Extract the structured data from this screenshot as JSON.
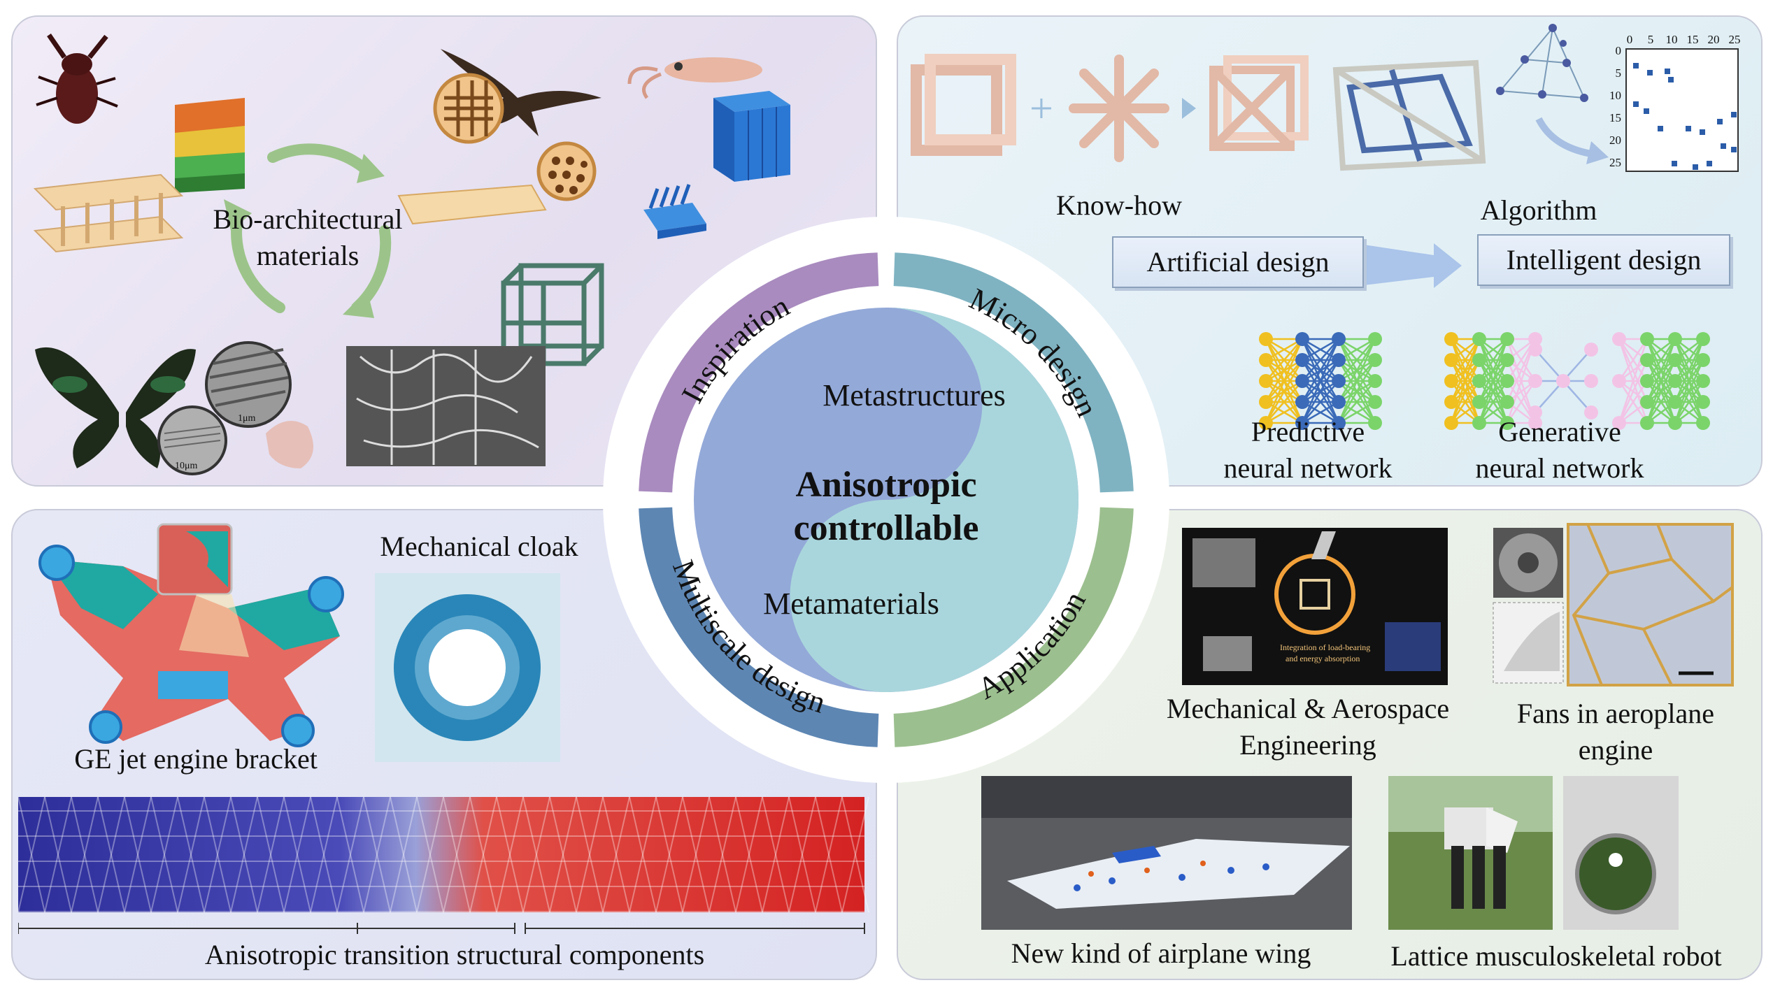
{
  "center": {
    "title_line1": "Anisotropic",
    "title_line2": "controllable",
    "top": "Metastructures",
    "bottom": "Metamaterials"
  },
  "ring": {
    "inspiration": "Inspiration",
    "micro_design": "Micro design",
    "multiscale_design": "Multiscale design",
    "application": "Application",
    "colors": {
      "inspiration": "#a98bbf",
      "micro_design": "#7fb3c2",
      "multiscale_design": "#5d86b3",
      "application": "#9cbf8f"
    }
  },
  "inspiration": {
    "cycle_line1": "Bio-architectural",
    "cycle_line2": "materials",
    "scale_a": "1μm",
    "scale_b": "10μm"
  },
  "micro": {
    "know_how": "Know-how",
    "algorithm": "Algorithm",
    "artificial_design": "Artificial design",
    "intelligent_design": "Intelligent design",
    "predictive_line1": "Predictive",
    "predictive_line2": "neural network",
    "generative_line1": "Generative",
    "generative_line2": "neural network",
    "matrix_ticks_x": [
      "0",
      "5",
      "10",
      "15",
      "20",
      "25"
    ],
    "matrix_ticks_y": [
      "0",
      "5",
      "10",
      "15",
      "20",
      "25"
    ]
  },
  "multiscale": {
    "bracket": "GE jet engine bracket",
    "cloak": "Mechanical cloak",
    "transition": "Anisotropic transition structural components"
  },
  "application": {
    "aerospace_line1": "Mechanical & Aerospace",
    "aerospace_line2": "Engineering",
    "fans_line1": "Fans in aeroplane",
    "fans_line2": "engine",
    "wing": "New kind of airplane wing",
    "robot": "Lattice musculoskeletal robot",
    "photo_caption_line1": "Integration of load-bearing",
    "photo_caption_line2": "and energy absorption"
  }
}
